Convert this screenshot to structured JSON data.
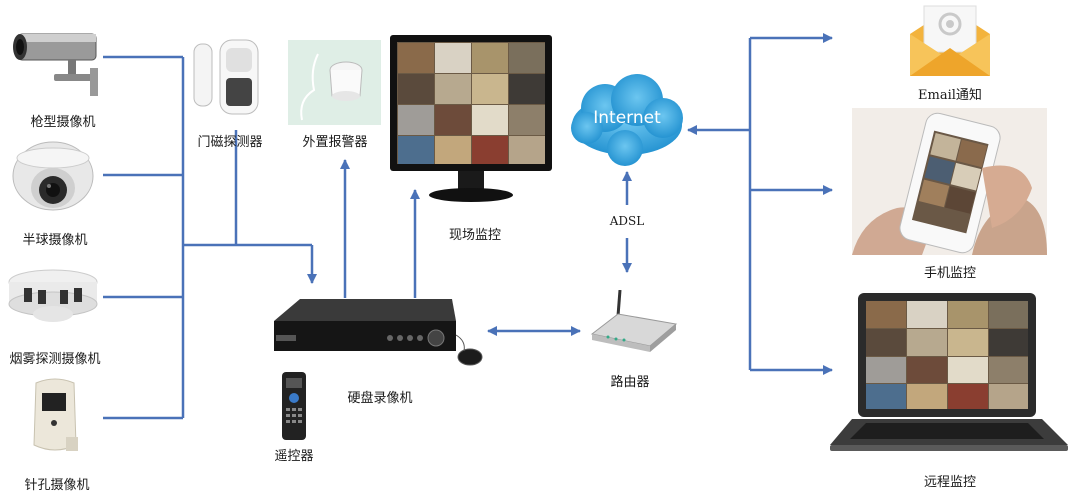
{
  "devices": {
    "bullet_camera": "枪型摄像机",
    "dome_camera": "半球摄像机",
    "smoke_camera": "烟雾探测摄像机",
    "pinhole_camera": "针孔摄像机",
    "door_sensor": "门磁探测器",
    "external_alarm": "外置报警器",
    "dvr": "硬盘录像机",
    "remote": "遥控器",
    "onsite_monitor": "现场监控",
    "internet": "Internet",
    "adsl": "ADSL",
    "router": "路由器",
    "email": "Email通知",
    "mobile": "手机监控",
    "remote_monitor": "远程监控"
  },
  "colors": {
    "wire": "#4a72b8",
    "cloud": "#2a9ad6"
  }
}
